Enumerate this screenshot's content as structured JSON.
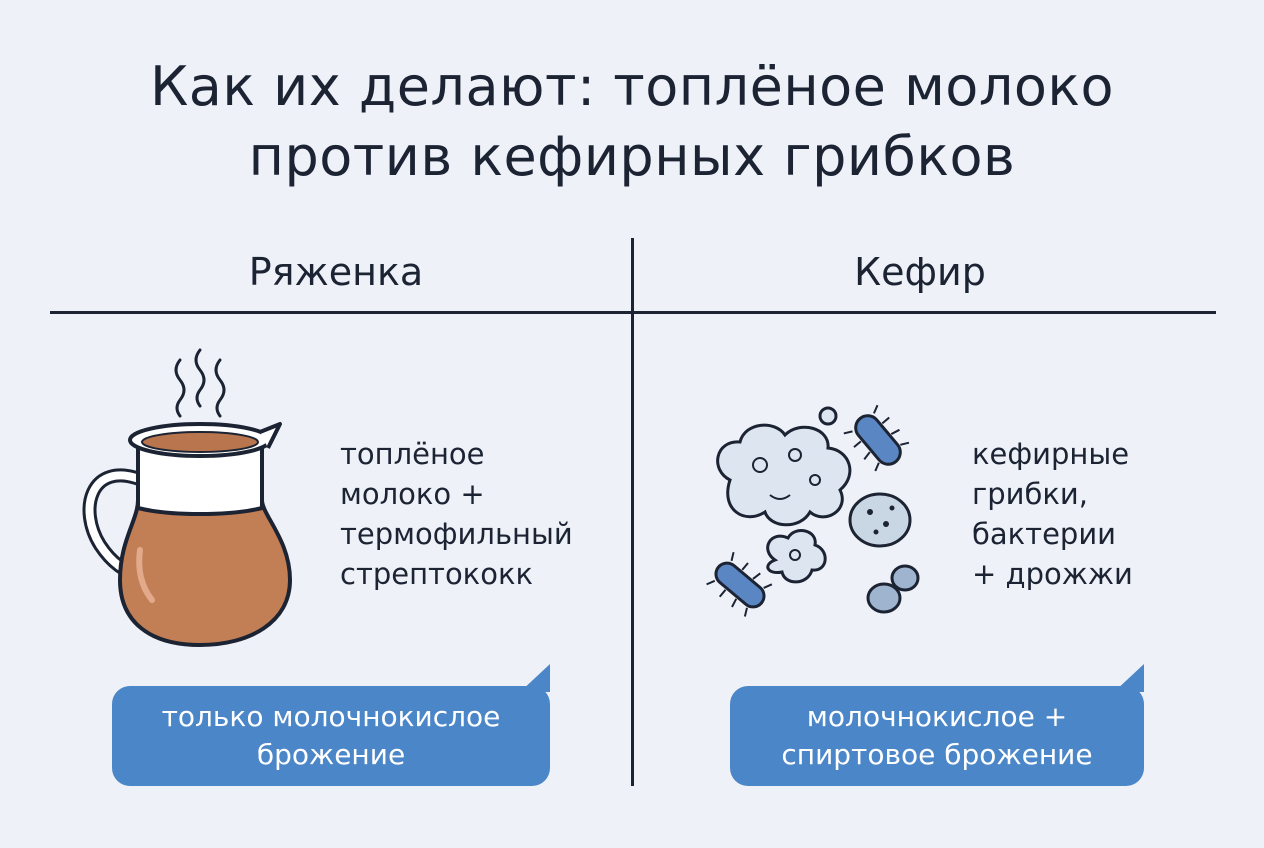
{
  "title": {
    "line1": "Как их делают: топлёное молоко",
    "line2": "против кефирных грибков"
  },
  "columns": {
    "left": {
      "heading": "Ряженка",
      "description": [
        "топлёное",
        "молоко +",
        "термофильный",
        "стрептококк"
      ],
      "bubble": [
        "только молочнокислое",
        "брожение"
      ],
      "illustration_icon": "milk-jug-icon"
    },
    "right": {
      "heading": "Кефир",
      "description": [
        "кефирные",
        "грибки,",
        "бактерии",
        "+ дрожжи"
      ],
      "bubble": [
        "молочнокислое +",
        "спиртовое брожение"
      ],
      "illustration_icon": "kefir-grains-microbes-icon"
    }
  },
  "colors": {
    "background": "#eef2f8",
    "text": "#1c2333",
    "accent_blue": "#4a86c8",
    "milk_brown": "#c27f56",
    "grain_light": "#dde6f0",
    "bacteria_blue": "#5a86c4"
  }
}
